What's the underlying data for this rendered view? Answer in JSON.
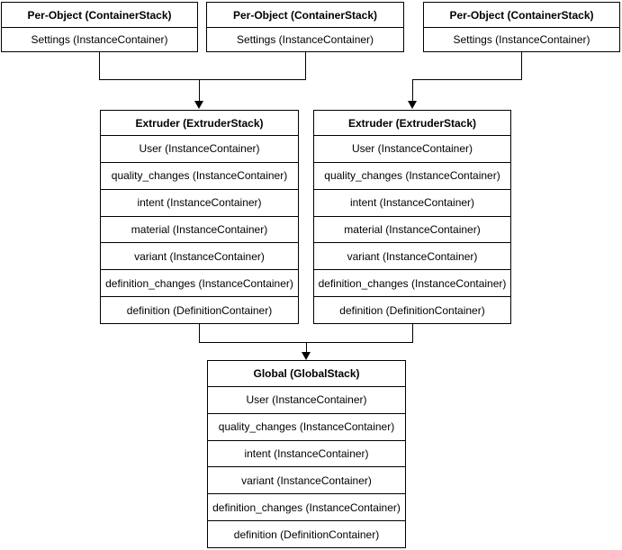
{
  "diagram": {
    "background_color": "#ffffff",
    "stroke_color": "#000000",
    "per_object_stacks": [
      {
        "title": "Per-Object (ContainerStack)",
        "rows": [
          "Settings (InstanceContainer)"
        ]
      },
      {
        "title": "Per-Object (ContainerStack)",
        "rows": [
          "Settings (InstanceContainer)"
        ]
      },
      {
        "title": "Per-Object (ContainerStack)",
        "rows": [
          "Settings (InstanceContainer)"
        ]
      }
    ],
    "extruder_stacks": [
      {
        "title": "Extruder (ExtruderStack)",
        "rows": [
          "User (InstanceContainer)",
          "quality_changes (InstanceContainer)",
          "intent (InstanceContainer)",
          "material (InstanceContainer)",
          "variant (InstanceContainer)",
          "definition_changes (InstanceContainer)",
          "definition (DefinitionContainer)"
        ]
      },
      {
        "title": "Extruder (ExtruderStack)",
        "rows": [
          "User (InstanceContainer)",
          "quality_changes (InstanceContainer)",
          "intent (InstanceContainer)",
          "material (InstanceContainer)",
          "variant (InstanceContainer)",
          "definition_changes (InstanceContainer)",
          "definition (DefinitionContainer)"
        ]
      }
    ],
    "global_stack": {
      "title": "Global (GlobalStack)",
      "rows": [
        "User (InstanceContainer)",
        "quality_changes (InstanceContainer)",
        "intent (InstanceContainer)",
        "variant (InstanceContainer)",
        "definition_changes (InstanceContainer)",
        "definition (DefinitionContainer)"
      ]
    },
    "connections": [
      {
        "from": "per-object-stack-1",
        "to": "extruder-stack-left"
      },
      {
        "from": "per-object-stack-2",
        "to": "extruder-stack-left"
      },
      {
        "from": "per-object-stack-3",
        "to": "extruder-stack-right"
      },
      {
        "from": "extruder-stack-left",
        "to": "global-stack"
      },
      {
        "from": "extruder-stack-right",
        "to": "global-stack"
      }
    ]
  }
}
